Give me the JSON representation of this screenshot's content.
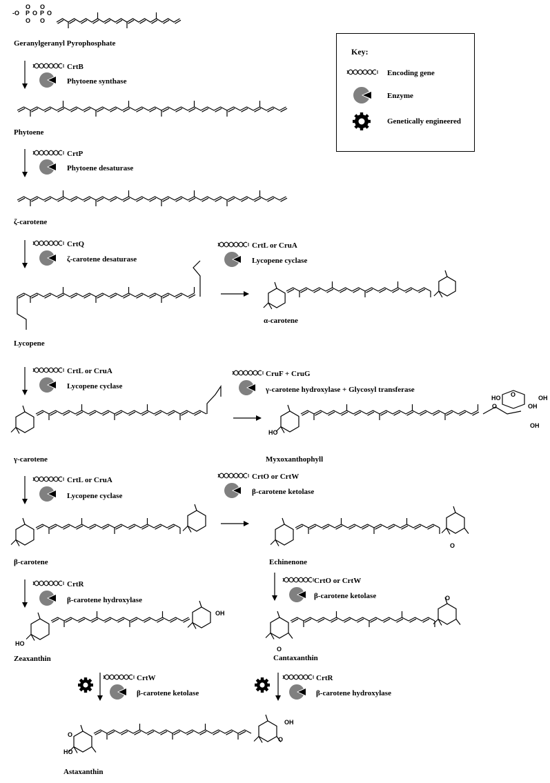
{
  "key": {
    "title": "Key:",
    "gene": "Encoding gene",
    "enzyme": "Enzyme",
    "engineered": "Genetically engineered"
  },
  "compounds": {
    "ggpp": "Geranylgeranyl Pyrophosphate",
    "phytoene": "Phytoene",
    "zeta": "ζ-carotene",
    "lycopene": "Lycopene",
    "alpha": "α-carotene",
    "gamma": "γ-carotene",
    "myxo": "Myxoxanthophyll",
    "beta": "β-carotene",
    "echinenone": "Echinenone",
    "zeaxanthin": "Zeaxanthin",
    "cantaxanthin": "Cantaxanthin",
    "astaxanthin": "Astaxanthin"
  },
  "steps": [
    {
      "gene": "CrtB",
      "enzyme": "Phytoene synthase"
    },
    {
      "gene": "CrtP",
      "enzyme": "Phytoene desaturase"
    },
    {
      "gene": "CrtQ",
      "enzyme": "ζ-carotene desaturase"
    },
    {
      "gene": "CrtL or CruA",
      "enzyme": "Lycopene cyclase"
    },
    {
      "gene": "CrtL or CruA",
      "enzyme": "Lycopene cyclase"
    },
    {
      "gene": "CruF + CruG",
      "enzyme": "γ-carotene hydroxylase + Glycosyl transferase"
    },
    {
      "gene": "CrtL or CruA",
      "enzyme": "Lycopene cyclase"
    },
    {
      "gene": "CrtO or CrtW",
      "enzyme": "β-carotene ketolase"
    },
    {
      "gene": "CrtR",
      "enzyme": "β-carotene hydroxylase"
    },
    {
      "gene": "CrtO or CrtW",
      "enzyme": "β-carotene ketolase"
    },
    {
      "gene": "CrtW",
      "enzyme": "β-carotene ketolase"
    },
    {
      "gene": "CrtR",
      "enzyme": "β-carotene hydroxylase"
    }
  ],
  "atoms": {
    "pp": "-O",
    "p": "P",
    "o": "O",
    "oh": "OH",
    "ho": "HO"
  },
  "colors": {
    "enzyme": "#808080",
    "line": "#000000"
  }
}
